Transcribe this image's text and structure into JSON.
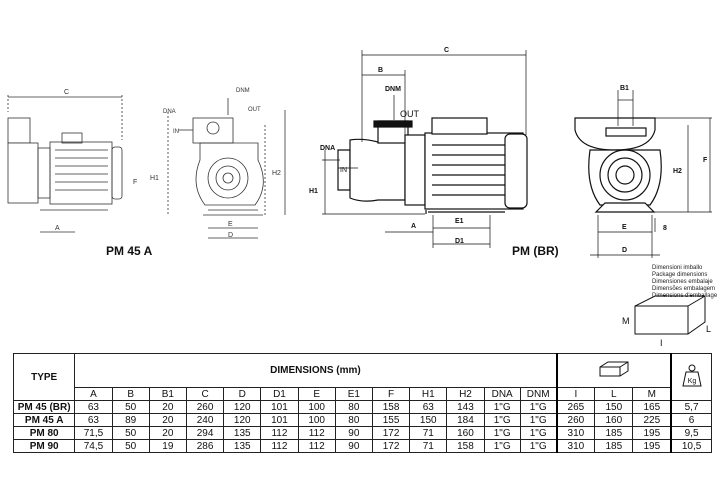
{
  "captions": {
    "left": "PM 45 A",
    "center": "PM (BR)"
  },
  "package_note": [
    "Dimensioni imballo",
    "Package dimensions",
    "Dimensiones embalaje",
    "Dimensões embalagem",
    "Dimensions d'emballage"
  ],
  "box_labels": {
    "M": "M",
    "L": "L",
    "I": "I"
  },
  "weight_icon_label": "Kg",
  "left_dims": {
    "C": "C",
    "DNA": "DNA",
    "DNM": "DNM",
    "OUT": "OUT",
    "IN": "IN",
    "A": "A",
    "F": "F",
    "H1": "H1",
    "H2": "H2",
    "E": "E",
    "D": "D"
  },
  "center_dims": {
    "C": "C",
    "B": "B",
    "DNM": "DNM",
    "OUT": "OUT",
    "DNA": "DNA",
    "IN": "IN",
    "H1": "H1",
    "A": "A",
    "E1": "E1",
    "D1": "D1"
  },
  "right_dims": {
    "B1": "B1",
    "H2": "H2",
    "F": "F",
    "E": "E",
    "D": "D",
    "8": "8"
  },
  "table": {
    "type_label": "TYPE",
    "dimensions_label": "DIMENSIONS (mm)",
    "columns": [
      "A",
      "B",
      "B1",
      "C",
      "D",
      "D1",
      "E",
      "E1",
      "F",
      "H1",
      "H2",
      "DNA",
      "DNM"
    ],
    "pkg_columns": [
      "I",
      "L",
      "M"
    ],
    "rows": [
      {
        "type": "PM 45 (BR)",
        "dims": [
          "63",
          "50",
          "20",
          "260",
          "120",
          "101",
          "100",
          "80",
          "158",
          "63",
          "143",
          "1\"G",
          "1\"G"
        ],
        "pkg": [
          "265",
          "150",
          "165"
        ],
        "kg": "5,7"
      },
      {
        "type": "PM 45 A",
        "dims": [
          "63",
          "89",
          "20",
          "240",
          "120",
          "101",
          "100",
          "80",
          "155",
          "150",
          "184",
          "1\"G",
          "1\"G"
        ],
        "pkg": [
          "260",
          "160",
          "225"
        ],
        "kg": "6"
      },
      {
        "type": "PM 80",
        "dims": [
          "71,5",
          "50",
          "20",
          "294",
          "135",
          "112",
          "112",
          "90",
          "172",
          "71",
          "160",
          "1\"G",
          "1\"G"
        ],
        "pkg": [
          "310",
          "185",
          "195"
        ],
        "kg": "9,5"
      },
      {
        "type": "PM 90",
        "dims": [
          "74,5",
          "50",
          "19",
          "286",
          "135",
          "112",
          "112",
          "90",
          "172",
          "71",
          "158",
          "1\"G",
          "1\"G"
        ],
        "pkg": [
          "310",
          "185",
          "195"
        ],
        "kg": "10,5"
      }
    ]
  }
}
